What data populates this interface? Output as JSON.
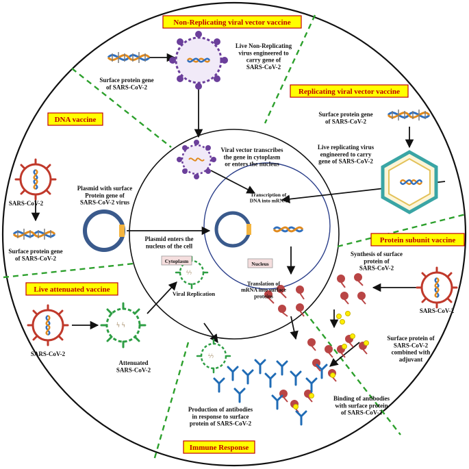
{
  "sections": {
    "non_replicating": "Non-Replicating viral vector vaccine",
    "replicating": "Replicating viral vector vaccine",
    "dna": "DNA vaccine",
    "protein_subunit": "Protein subunit vaccine",
    "live_attenuated": "Live attenuated vaccine",
    "immune_response": "Immune Response"
  },
  "labels": {
    "nr_gene": [
      "Surface protein gene",
      "of SARS-CoV-2"
    ],
    "nr_virus": [
      "Live Non-Replicating",
      "virus engineered to",
      "carry gene of",
      "SARS-CoV-2"
    ],
    "rep_gene": [
      "Surface protein gene",
      "of SARS-CoV-2"
    ],
    "rep_virus": [
      "Live replicating virus",
      "engineered to carry",
      "gene of SARS-CoV-2"
    ],
    "viral_vector": [
      "Viral vector transcribes",
      "the gene in cytoplasm",
      "or enters the nucleus"
    ],
    "transcription": [
      "Transcription of",
      "DNA into mRNA"
    ],
    "dna_sars": "SARS-CoV-2",
    "dna_gene": [
      "Surface protein gene",
      "of SARS-CoV-2"
    ],
    "plasmid": [
      "Plasmid with surface",
      "Protein gene of",
      "SARS-CoV-2 virus"
    ],
    "plasmid_enters": [
      "Plasmid enters the",
      "nucleus of the cell"
    ],
    "cytoplasm": "Cytoplasm",
    "nucleus": "Nucleus",
    "translation": [
      "Translation of",
      "mRNA into surface",
      "proteins"
    ],
    "synthesis": [
      "Synthesis of surface",
      "protein of",
      "SARS-CoV-2"
    ],
    "ps_sars": "SARS-CoV-2",
    "adjuvant": [
      "Surface protein of",
      "SARS-CoV-2",
      "combined with",
      "adjuvant"
    ],
    "viral_replication": "Viral Replication",
    "la_sars": "SARS-CoV-2",
    "attenuated": [
      "Attenuated",
      "SARS-CoV-2"
    ],
    "antibodies": [
      "Production of antibodies",
      "in response to surface",
      "protein of SARS-CoV-2"
    ],
    "binding": [
      "Binding of antibodies",
      "with surface protein",
      "of SARS-CoV-2"
    ]
  },
  "colors": {
    "section_text": "#c00000",
    "section_box": "#ffff00",
    "divider": "#2ca02c",
    "virus_red": "#c0392b",
    "virus_green": "#2e9e44",
    "virus_purple": "#6b3f9b",
    "plasmid": "#3a5a8c",
    "protein": "#b94545",
    "antibody": "#1f6bb5",
    "adjuvant": "#ffee00"
  },
  "icons": [
    "dna-helix-icon",
    "virus-icon",
    "plasmid-icon",
    "mrna-icon",
    "protein-icon",
    "antibody-icon",
    "adjuvant-icon"
  ]
}
